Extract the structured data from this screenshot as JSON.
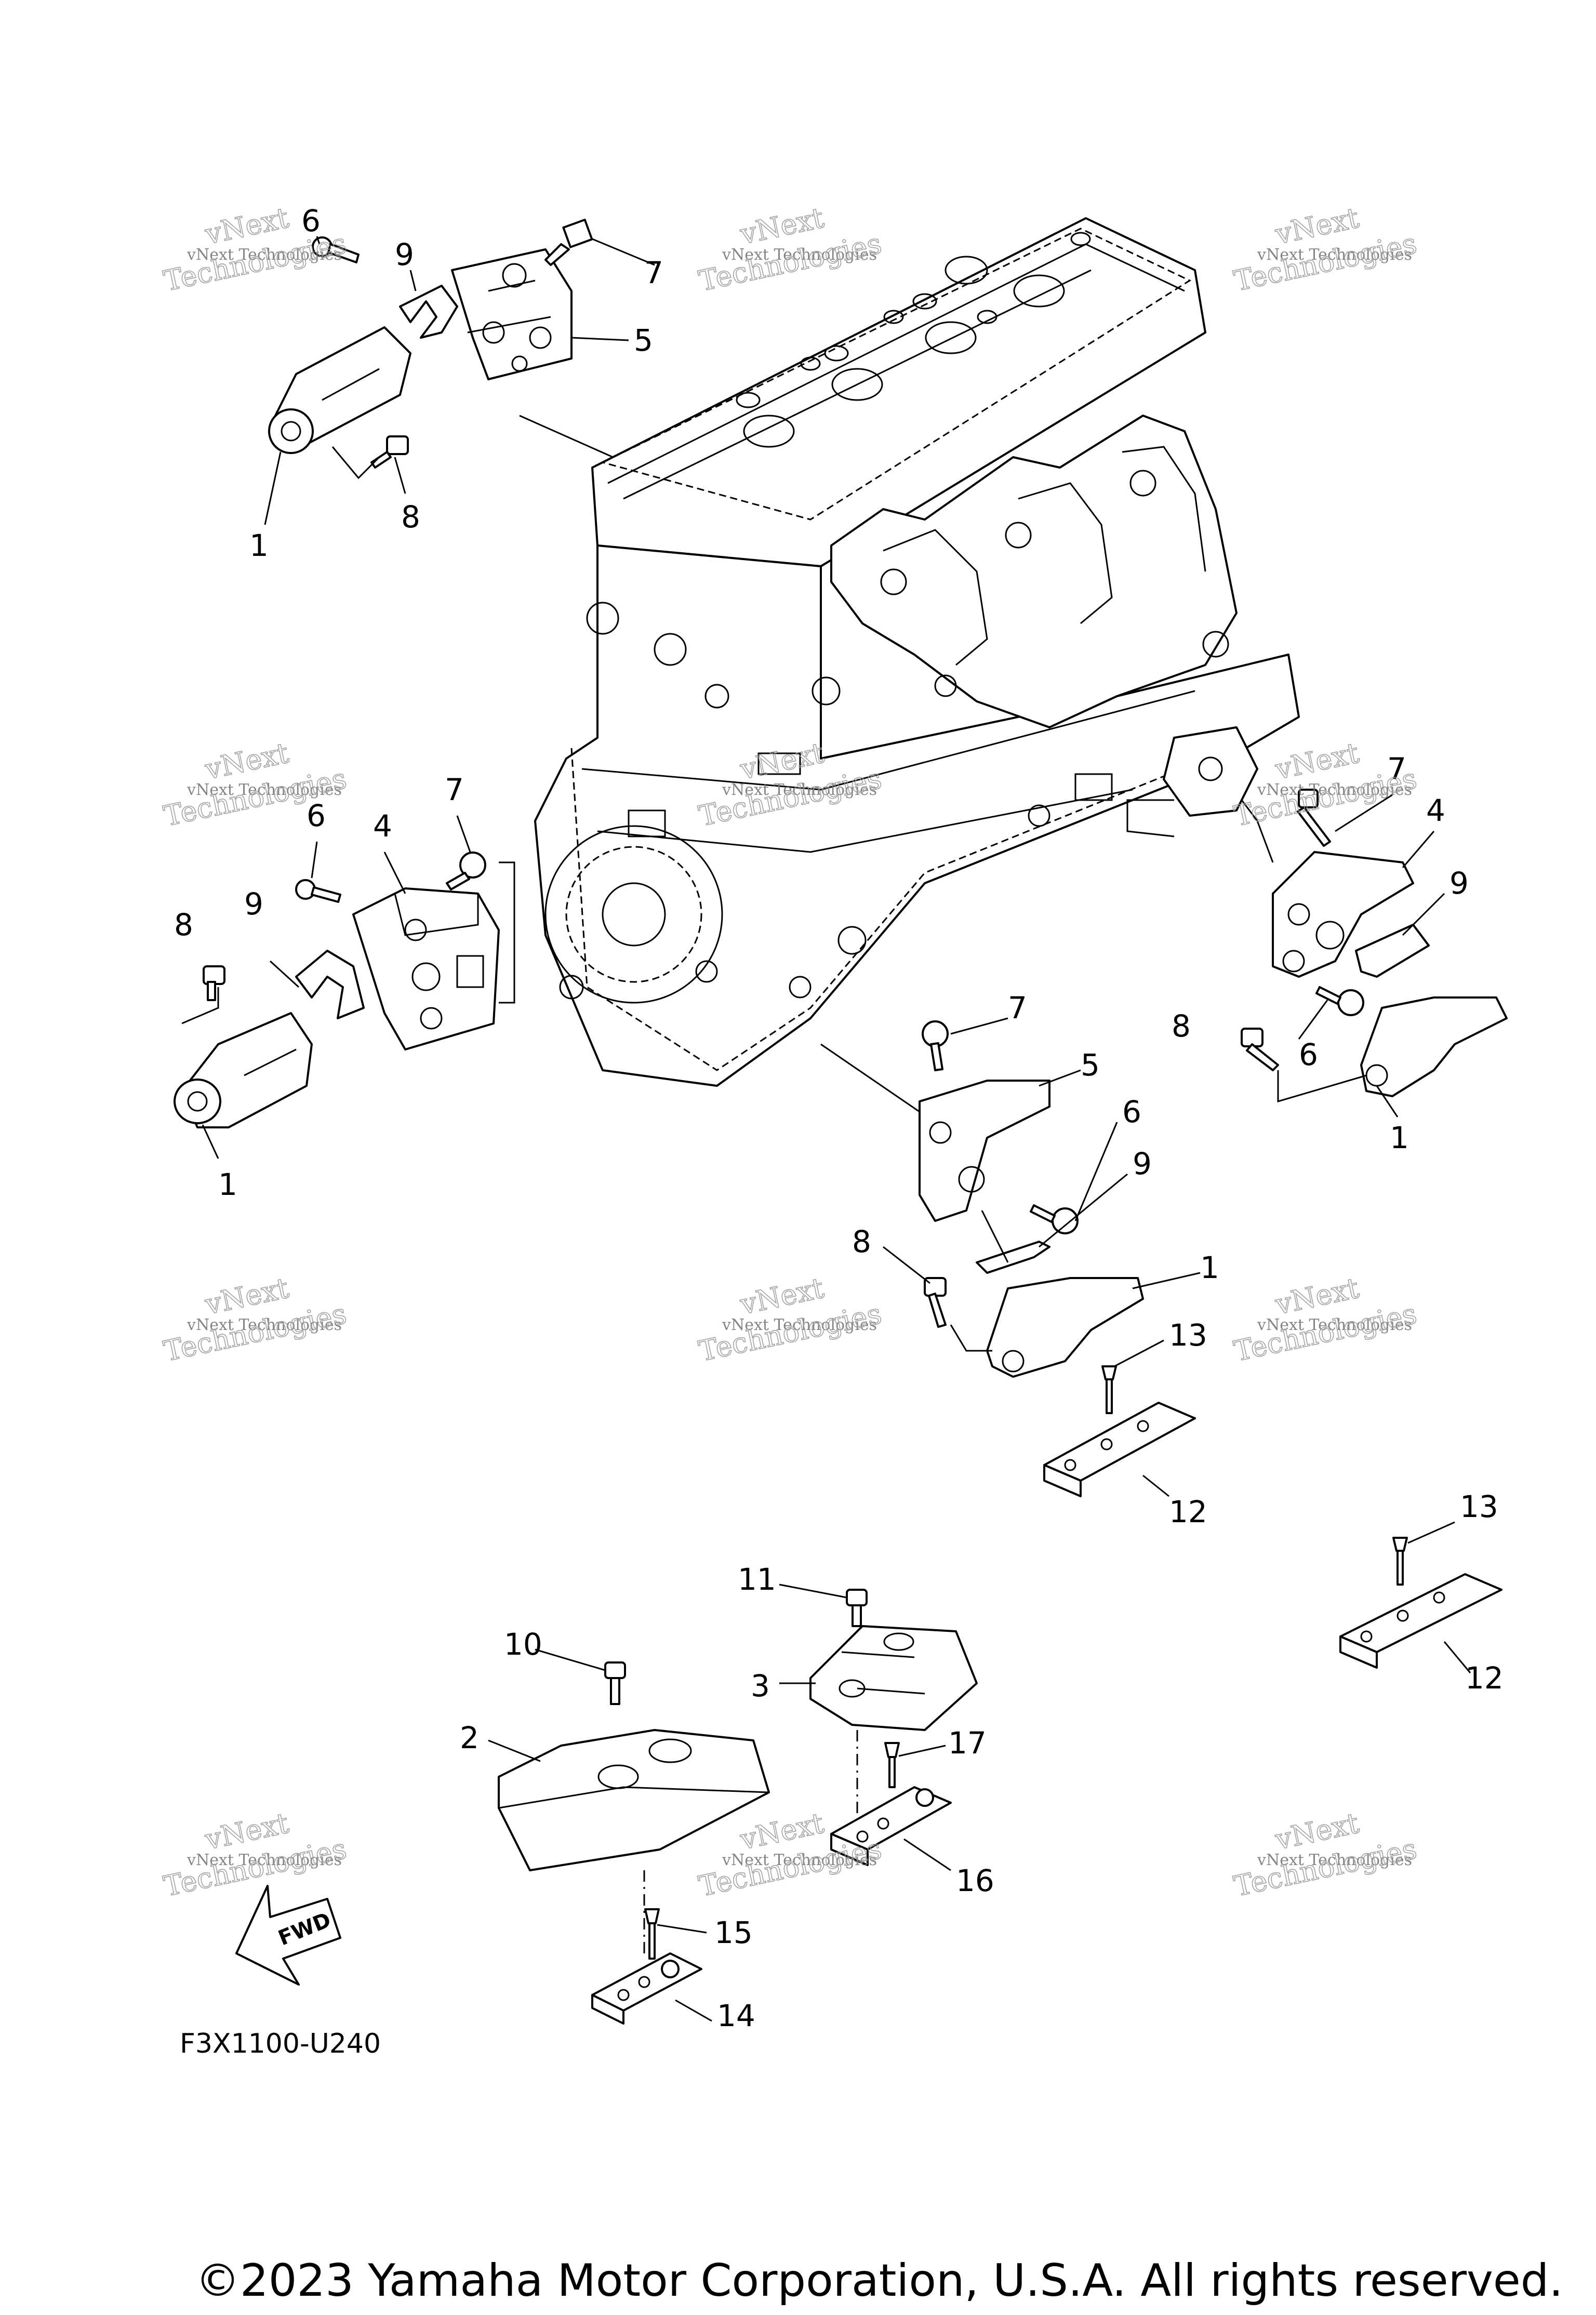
{
  "diagram_code": "F3X1100-U240",
  "copyright": "©2023 Yamaha Motor Corporation, U.S.A. All rights reserved.",
  "fwd_label": "FWD",
  "watermark": {
    "line1": "vNext Technologies",
    "line2": "Technologies",
    "line3": "vNext"
  },
  "callouts": [
    "1",
    "2",
    "3",
    "4",
    "5",
    "6",
    "7",
    "8",
    "9",
    "10",
    "11",
    "12",
    "13",
    "14",
    "15",
    "16",
    "17"
  ]
}
